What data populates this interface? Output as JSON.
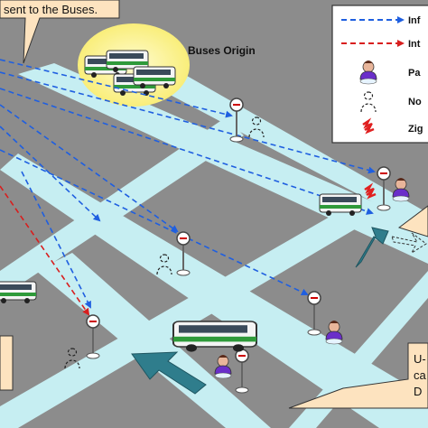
{
  "top_callout": {
    "text": "sent to the Buses."
  },
  "origin_label": {
    "text": "Buses Origin"
  },
  "legend": {
    "items": [
      {
        "label": "Inf",
        "icon": "blue-dashed-arrow-icon",
        "color": "#1f5fe0"
      },
      {
        "label": "Int",
        "icon": "red-dashed-arrow-icon",
        "color": "#d81e1e"
      },
      {
        "label": "Pa",
        "icon": "passenger-icon"
      },
      {
        "label": "No",
        "icon": "no-passenger-outline-icon"
      },
      {
        "label": "Zig",
        "icon": "zigbee-signal-icon",
        "color": "#e02020"
      }
    ]
  },
  "bottom_right_callout": {
    "lines": [
      "U-",
      "ca",
      "D"
    ]
  },
  "colors": {
    "background": "#8c8c8c",
    "road": "#c6eef2",
    "bus_body": "#f4f4f4",
    "bus_stripe": "#2f9a3a",
    "callout_fill": "#fde3bf",
    "origin_glow": "#fff7a6",
    "flow_arrow": "#2f7d8c"
  }
}
